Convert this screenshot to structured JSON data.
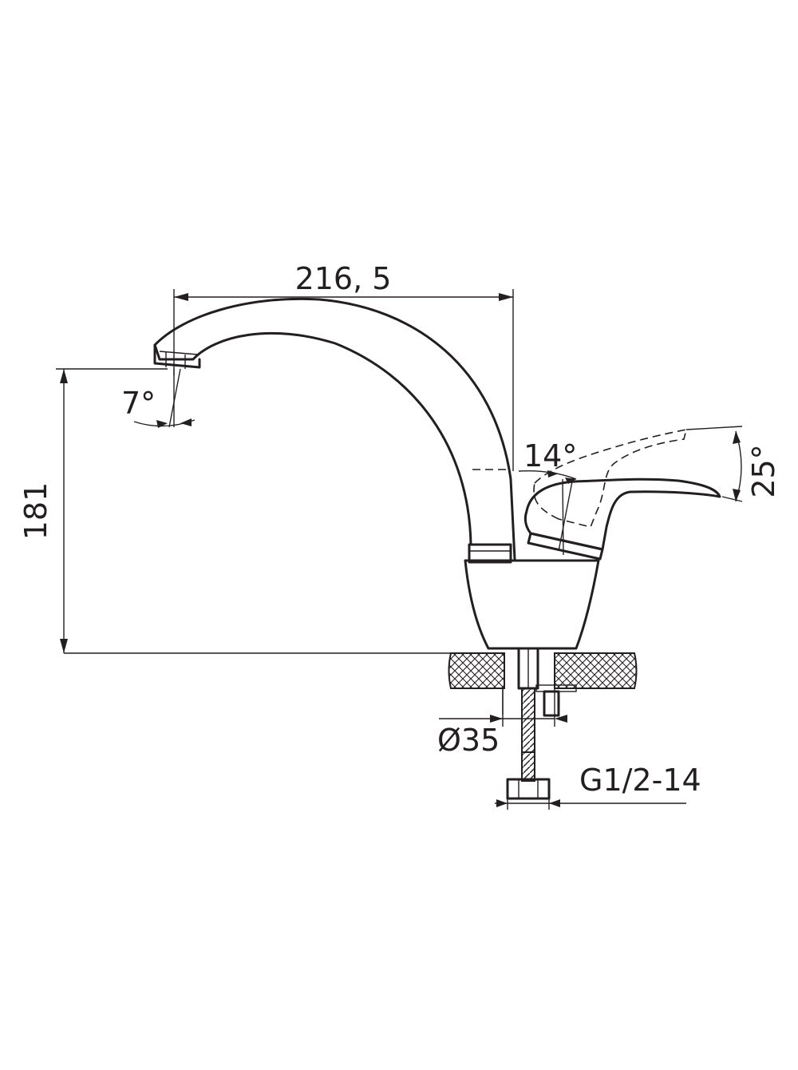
{
  "dimensions": {
    "spout_reach": "216, 5",
    "height": "181",
    "spout_angle": "7°",
    "lever_angle": "14°",
    "lever_swing": "25°",
    "mount_hole": "Ø35",
    "thread": "G1/2-14"
  },
  "colors": {
    "line": "#231f20",
    "background": "#ffffff"
  }
}
